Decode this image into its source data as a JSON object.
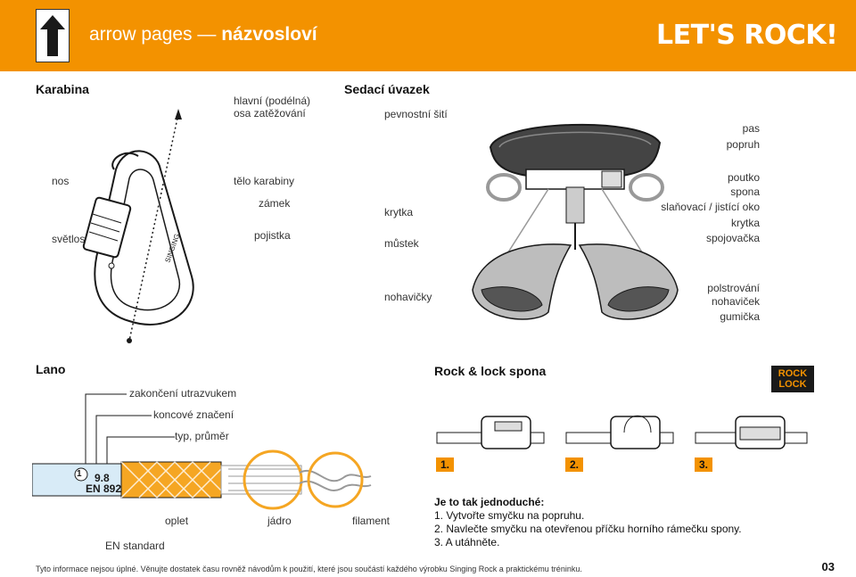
{
  "header": {
    "title_prefix": "arrow pages — ",
    "title_main": "názvosloví",
    "brand": "LET'S ROCK!"
  },
  "carabiner": {
    "heading": "Karabina",
    "axis_label": "hlavní (podélná)\nosa zatěžování",
    "nose": "nos",
    "gate_opening": "světlost",
    "body": "tělo karabiny",
    "lock": "zámek",
    "gate": "pojistka"
  },
  "harness": {
    "heading": "Sedací úvazek",
    "safety_stitching": "pevnostní šití",
    "belt": "pas",
    "webbing": "popruh",
    "cover": "krytka",
    "bridge": "můstek",
    "legs": "nohavičky",
    "gear_loop": "poutko",
    "buckle": "spona",
    "belay_loop": "slaňovací / jistící oko",
    "cover_right": "krytka",
    "connector": "spojovačka",
    "leg_padding": "polstrování\nnohaviček",
    "elastic": "gumička"
  },
  "rope": {
    "heading": "Lano",
    "heat_sealed_end": "zakončení utrazvukem",
    "end_marking": "koncové značení",
    "type_diameter": "typ, průměr",
    "marking_number": "1",
    "marking_diameter": "9.8",
    "marking_norm": "EN 892",
    "sheath": "oplet",
    "core": "jádro",
    "filament": "filament",
    "en_standard": "EN standard"
  },
  "rocklock": {
    "heading": "Rock & lock spona",
    "logo": "ROCK\nLOCK",
    "steps": [
      "1.",
      "2.",
      "3."
    ],
    "instructions_title": "Je to tak jednoduché:",
    "instructions": [
      "1. Vytvořte smyčku na popruhu.",
      "2. Navlečte smyčku na otevřenou příčku horního rámečku spony.",
      "3. A utáhněte."
    ]
  },
  "footer": {
    "note": "Tyto informace nejsou úplné. Věnujte dostatek času rovněž návodům k použití, které jsou součástí každého výrobku Singing Rock a praktickému tréninku.",
    "page_number": "03"
  },
  "colors": {
    "accent": "#f39200",
    "harness_dark": "#555555",
    "harness_light": "#bdbdbd"
  }
}
